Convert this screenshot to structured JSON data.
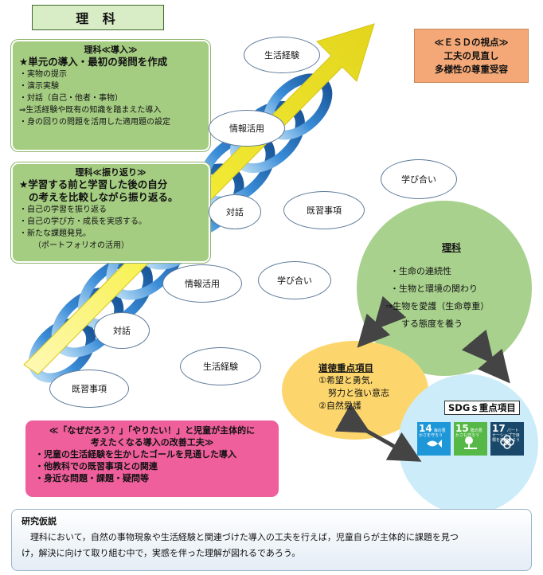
{
  "header": {
    "title": "理 科"
  },
  "intro_card": {
    "title": "理科≪導入≫",
    "headline": "★単元の導入・最初の発問を作成",
    "items": [
      "・実物の提示",
      "・演示実験",
      "・対話（自己・他者・事物）",
      "⇒生活経験や既有の知識を踏まえた導入",
      "・身の回りの問題を活用した適用題の設定"
    ]
  },
  "review_card": {
    "title": "理科≪振り返り≫",
    "headline_1": "★学習する前と学習した後の自分",
    "headline_2": "の考えを比較しながら振り返る。",
    "items": [
      "・自己の学習を振り返る",
      "・自己の学び方・成長を実感する。",
      "・新たな課題発見。",
      "（ポートフォリオの活用）"
    ]
  },
  "esd_box": {
    "title": "≪ＥＳＤの視点≫",
    "line_1": "工夫の見直し",
    "line_2": "多様性の尊重受容"
  },
  "ellipses": {
    "seikatsu_top": "生活経験",
    "jouhou_top": "情報活用",
    "manabiai_right": "学び合い",
    "taiwa_top": "対話",
    "kishu_top": "既習事項",
    "manabiai_mid": "学び合い",
    "jouhou_bottom": "情報活用",
    "taiwa_bottom": "対話",
    "seikatsu_bottom": "生活経験",
    "kishu_bottom": "既習事項"
  },
  "rika_circle": {
    "title": "理科",
    "lines": [
      "・生命の連続性",
      "・生物と環境の関わり",
      "⇒生物を愛護（生命尊重）",
      "する態度を養う"
    ]
  },
  "moral_circle": {
    "title": "道徳重点項目",
    "lines": [
      "①希望と勇気,",
      "努力と強い意志",
      "②自然愛護"
    ]
  },
  "sdg_circle": {
    "title": "SDGｓ重点項目",
    "tiles": [
      {
        "number": "14",
        "caption": "海の豊かさを守ろう",
        "color": "#1e97d9",
        "icon": "fish-icon"
      },
      {
        "number": "15",
        "caption": "陸の豊かさも守ろう",
        "color": "#56b947",
        "icon": "tree-icon"
      },
      {
        "number": "17",
        "caption": "パートナーシップで目標を達成しよう",
        "color": "#19486a",
        "icon": "flower-icon"
      }
    ]
  },
  "pink_card": {
    "title_1": "≪「なぜだろう？」「やりたい！」と児童が主体的に",
    "title_2": "考えたくなる導入の改善工夫≫",
    "items": [
      "・児童の生活経験を生かしたゴールを見通した導入",
      "・他教科での既習事項との関連",
      "・身近な問題・課題・疑問等"
    ]
  },
  "hypothesis": {
    "label": "研究仮説",
    "line_1": "　理科において，自然の事物現象や生活経験と関連づけた導入の工夫を行えば，児童自らが主体的に課題を見つ",
    "line_2": "け，解決に向けて取り組む中で，実感を伴った理解が図れるであろう。"
  },
  "colors": {
    "green_card": "#a5cd82",
    "esd_orange": "#f4a877",
    "pink_card": "#ee5f9c",
    "helix_blue": "#3f8fd6",
    "arrow_yellow": "#f6ef3c",
    "rika_circle": "#a9d18e",
    "moral_circle": "#fcd66c",
    "sdg_circle": "#ccecf9"
  }
}
